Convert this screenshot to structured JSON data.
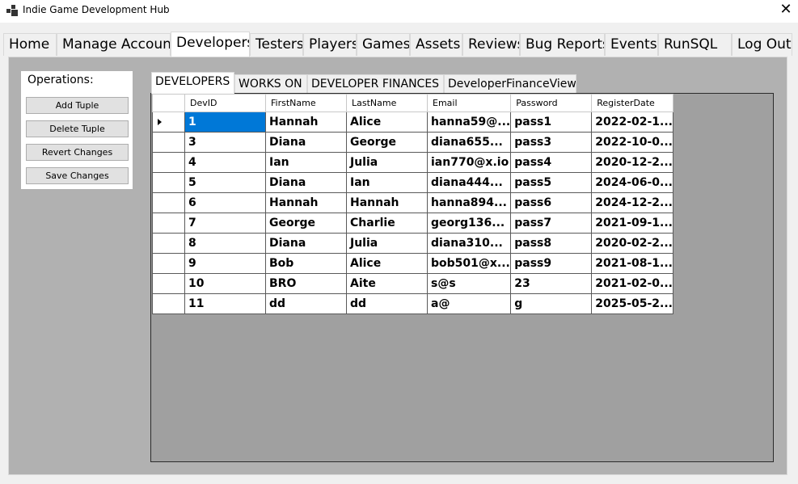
{
  "window": {
    "title": "Indie Game Development Hub",
    "close_glyph": "✕"
  },
  "main_tabs": [
    {
      "label": "Home"
    },
    {
      "label": "Manage Account"
    },
    {
      "label": "Developers"
    },
    {
      "label": "Testers"
    },
    {
      "label": "Players"
    },
    {
      "label": "Games"
    },
    {
      "label": "Assets"
    },
    {
      "label": "Reviews"
    },
    {
      "label": "Bug Reports"
    },
    {
      "label": "Events"
    },
    {
      "label": "RunSQL"
    },
    {
      "label": "Log Out"
    }
  ],
  "operations": {
    "label": "Operations:",
    "buttons": [
      {
        "label": "Add Tuple"
      },
      {
        "label": "Delete Tuple"
      },
      {
        "label": "Revert Changes"
      },
      {
        "label": "Save Changes"
      }
    ]
  },
  "sub_tabs": [
    {
      "label": "DEVELOPERS"
    },
    {
      "label": "WORKS ON"
    },
    {
      "label": "DEVELOPER FINANCES"
    },
    {
      "label": "DeveloperFinanceView"
    }
  ],
  "grid": {
    "columns": [
      "DevID",
      "FirstName",
      "LastName",
      "Email",
      "Password",
      "RegisterDate"
    ],
    "rows": [
      [
        "1",
        "Hannah",
        "Alice",
        "hanna59@...",
        "pass1",
        "2022-02-1..."
      ],
      [
        "3",
        "Diana",
        "George",
        "diana655...",
        "pass3",
        "2022-10-0..."
      ],
      [
        "4",
        "Ian",
        "Julia",
        "ian770@x.io",
        "pass4",
        "2020-12-2..."
      ],
      [
        "5",
        "Diana",
        "Ian",
        "diana444...",
        "pass5",
        "2024-06-0..."
      ],
      [
        "6",
        "Hannah",
        "Hannah",
        "hanna894...",
        "pass6",
        "2024-12-2..."
      ],
      [
        "7",
        "George",
        "Charlie",
        "georg136...",
        "pass7",
        "2021-09-1..."
      ],
      [
        "8",
        "Diana",
        "Julia",
        "diana310...",
        "pass8",
        "2020-02-2..."
      ],
      [
        "9",
        "Bob",
        "Alice",
        "bob501@x...",
        "pass9",
        "2021-08-1..."
      ],
      [
        "10",
        "BRO",
        "Aite",
        "s@s",
        "23",
        "2021-02-0..."
      ],
      [
        "11",
        "dd",
        "dd",
        "a@",
        "g",
        "2025-05-2..."
      ]
    ]
  }
}
